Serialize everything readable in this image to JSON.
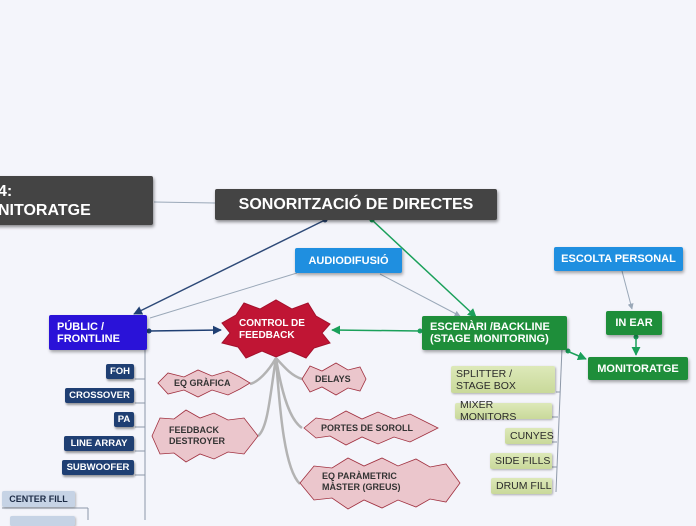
{
  "colors": {
    "dark_node": "#444444",
    "blue_node": "#1f8fe0",
    "green_node": "#1e8e3a",
    "purple_node": "#2a12d8",
    "navy_node": "#1f3f73",
    "feedback_star": "#c01534",
    "pink_star": "#ebc6cc",
    "olive_node": "#d3e1a8"
  },
  "nodes": {
    "prev_topic_line1": "4:",
    "prev_topic_line2": "NITORATGE",
    "main_title": "SONORITZACIÓ DE DIRECTES",
    "audiodifusio": "AUDIODIFUSIÓ",
    "escolta_personal": "ESCOLTA PERSONAL",
    "in_ear": "IN EAR",
    "monitoratge": "MONITORATGE",
    "public_line1": "PÚBLIC /",
    "public_line2": "FRONTLINE",
    "control_line1": "CONTROL DE",
    "control_line2": "FEEDBACK",
    "escenari_line1": "ESCENÀRI /BACKLINE",
    "escenari_line2": "(STAGE MONITORING)"
  },
  "public_items": [
    "FOH",
    "CROSSOVER",
    "PA",
    "LINE ARRAY",
    "SUBWOOFER"
  ],
  "center_fill": "CENTER FILL",
  "feedback_items": {
    "eq_grafica": "EQ GRÀFICA",
    "delays": "DELAYS",
    "destroyer_line1": "FEEDBACK",
    "destroyer_line2": "DESTROYER",
    "portes": "PORTES DE SOROLL",
    "eq_param_line1": "EQ PARÀMETRIC",
    "eq_param_line2": "MÀSTER (GREUS)"
  },
  "stage_items": {
    "splitter_line1": "SPLITTER /",
    "splitter_line2": "STAGE BOX",
    "mixer": "MIXER MONITORS",
    "cunyes": "CUNYES",
    "side_fills": "SIDE FILLS",
    "drum_fill": "DRUM FILL"
  }
}
